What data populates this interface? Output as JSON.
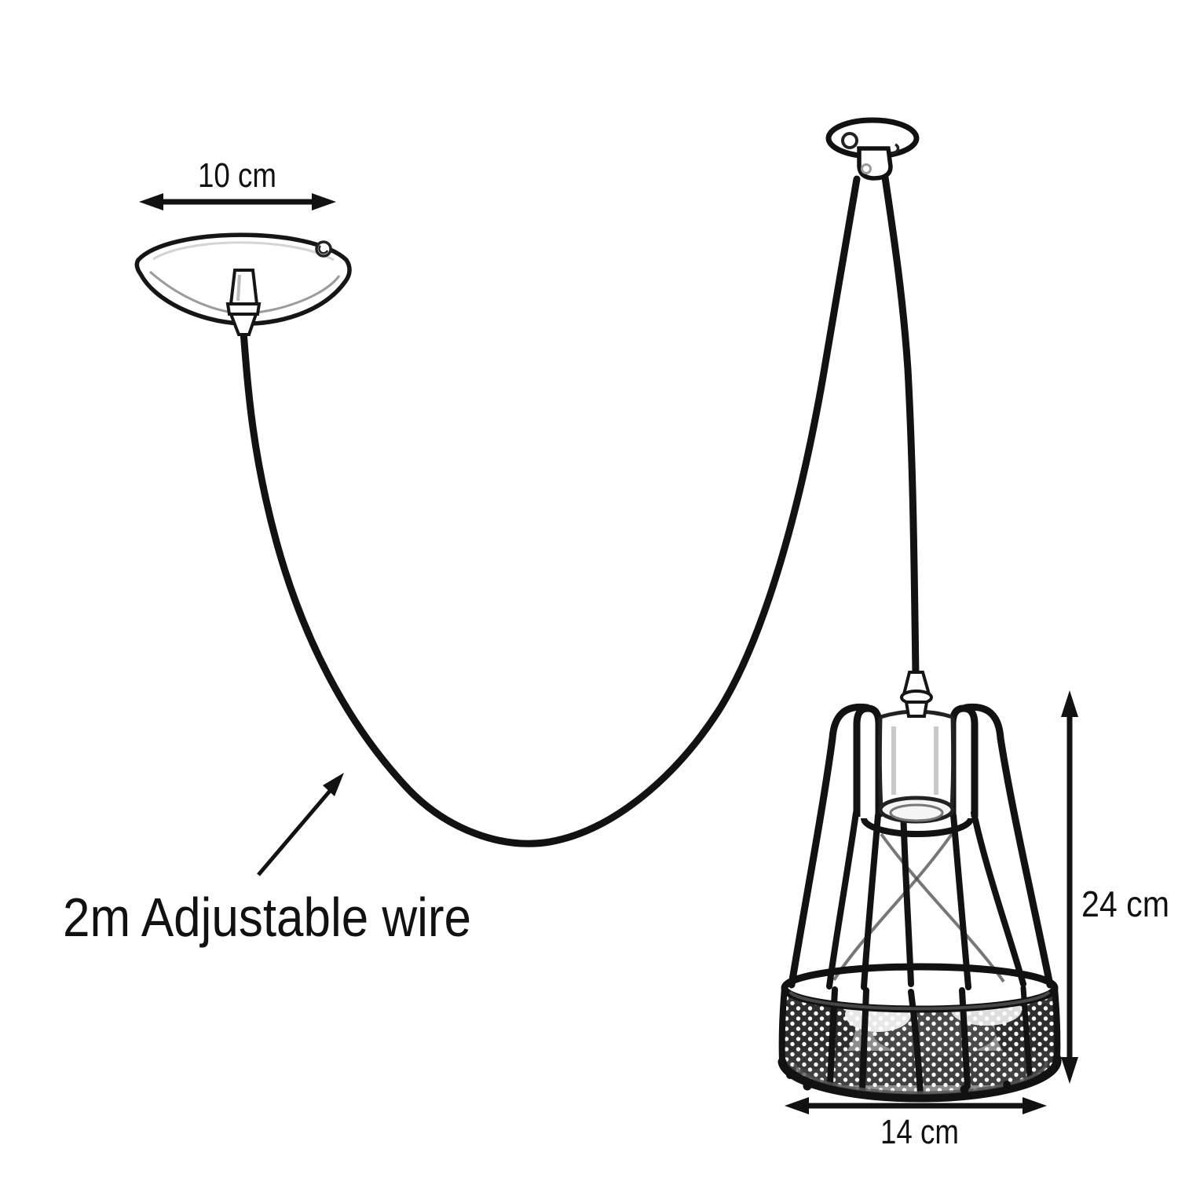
{
  "colors": {
    "ink": "#121212",
    "background": "#ffffff",
    "mesh_base": "#8d8d8d"
  },
  "labels": {
    "canopy_width": "10 cm",
    "shade_height": "24 cm",
    "shade_diameter": "14 cm",
    "wire_note": "2m Adjustable wire"
  }
}
